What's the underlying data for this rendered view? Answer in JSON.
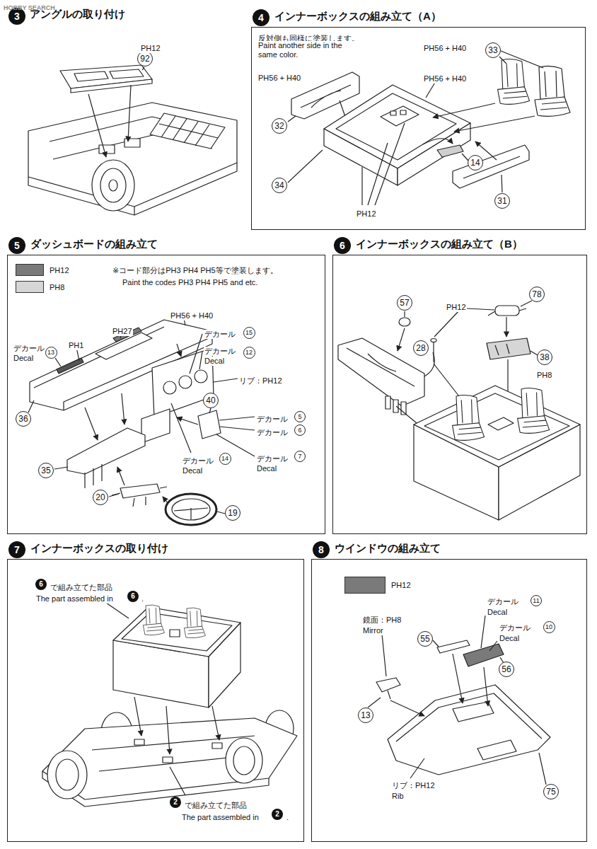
{
  "diagram": {
    "nodes": [
      {
        "text": [
          "アングルの取り付け"
        ]
      },
      {
        "text": [
          "3"
        ],
        "in": 0
      },
      {
        "text": [
          "92"
        ],
        "in": 0
      },
      {
        "text": [
          "インナーボックスの組み立て（A）"
        ]
      },
      {
        "text": [
          "4"
        ],
        "in": 3
      },
      {
        "text": [
          "33"
        ],
        "in": 3
      },
      {
        "text": [
          "32"
        ],
        "in": 3
      },
      {
        "text": [
          "14"
        ],
        "in": 3
      },
      {
        "text": [
          "34"
        ],
        "in": 3
      },
      {
        "text": [
          "31"
        ],
        "in": 3
      },
      {
        "text": [
          "ダッシュボードの組み立て"
        ]
      },
      {
        "text": [
          "5"
        ],
        "in": 10
      },
      {
        "text": [
          "13"
        ],
        "in": 10
      },
      {
        "text": [
          "15"
        ],
        "in": 10
      },
      {
        "text": [
          "12"
        ],
        "in": 10
      },
      {
        "text": [
          "40"
        ],
        "in": 10
      },
      {
        "text": [
          "5"
        ],
        "in": 10
      },
      {
        "text": [
          "6"
        ],
        "in": 10
      },
      {
        "text": [
          "7"
        ],
        "in": 10
      },
      {
        "text": [
          "14"
        ],
        "in": 10
      },
      {
        "text": [
          "36"
        ],
        "in": 10
      },
      {
        "text": [
          "35"
        ],
        "in": 10
      },
      {
        "text": [
          "20"
        ],
        "in": 10
      },
      {
        "text": [
          "19"
        ],
        "in": 10
      },
      {
        "text": [
          "インナーボックスの組み立て（B）"
        ]
      },
      {
        "text": [
          "6"
        ],
        "in": 24
      },
      {
        "text": [
          "57"
        ],
        "in": 24
      },
      {
        "text": [
          "78"
        ],
        "in": 24
      },
      {
        "text": [
          "28"
        ],
        "in": 24
      },
      {
        "text": [
          "38"
        ],
        "in": 24
      },
      {
        "text": [
          "インナーボックスの取り付け"
        ]
      },
      {
        "text": [
          "7"
        ],
        "in": 30
      },
      {
        "text": [
          "6"
        ],
        "in": 30
      },
      {
        "text": [
          "6"
        ],
        "in": 30
      },
      {
        "text": [
          "2"
        ],
        "in": 30
      },
      {
        "text": [
          "2"
        ],
        "in": 30
      },
      {
        "text": [
          "ウインドウの組み立て"
        ]
      },
      {
        "text": [
          "8"
        ],
        "in": 36
      },
      {
        "text": [
          "11"
        ],
        "in": 36
      },
      {
        "text": [
          "10"
        ],
        "in": 36
      },
      {
        "text": [
          "55"
        ],
        "in": 36
      },
      {
        "text": [
          "56"
        ],
        "in": 36
      },
      {
        "text": [
          "13"
        ],
        "in": 36
      },
      {
        "text": [
          "75"
        ],
        "in": 36
      }
    ],
    "labels": [
      "HOBBY SEARCH",
      "PH12",
      "反対側も同様に塗装します。",
      "Paint another side in the same color.",
      "PH56 + H40",
      "PH56 + H40",
      "PH56 + H40",
      "PH12",
      "※コード部分はPH3 PH4 PH5等で塗装します。",
      "Paint the codes PH3 PH4 PH5 and etc.",
      "PH56 + H40",
      "PH27",
      "PH1",
      "デカール",
      "Decal",
      "デカール",
      "デカール",
      "Decal",
      "リブ：PH12",
      "デカール",
      "デカール",
      "デカール",
      "Decal",
      "デカール",
      "Decal",
      "PH12",
      "PH8",
      "で組み立てた部品",
      "The part assembled in",
      ".",
      "で組み立てた部品",
      "The part assembled in",
      ".",
      "デカール",
      "Decal",
      "デカール",
      "Decal",
      "鏡面：PH8",
      "Mirror",
      "リブ：PH12",
      "Rib"
    ],
    "legend": [
      {
        "text": "PH12",
        "color": "#7a7a7a"
      },
      {
        "text": "PH8",
        "color": "#d6d6d6"
      },
      {
        "text": "PH12",
        "color": "#7a7a7a"
      }
    ]
  }
}
